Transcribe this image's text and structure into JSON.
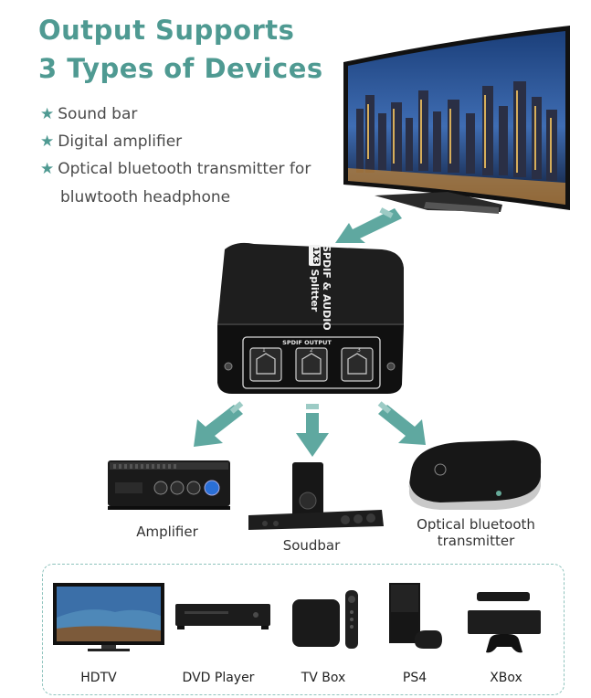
{
  "heading": {
    "line1": "Output Supports",
    "line2": "3 Types of Devices"
  },
  "features": [
    {
      "text": "Sound bar"
    },
    {
      "text": "Digital amplifier"
    },
    {
      "text": "Optical bluetooth transmitter for"
    }
  ],
  "feature_continuation": "bluwtooth headphone",
  "splitter": {
    "brand_line1": "SPDIF & AUDIO",
    "brand_line2": "Splitter",
    "badge": "1X3",
    "output_label": "SPDIF OUTPUT",
    "ports": [
      "1",
      "2",
      "3"
    ]
  },
  "outputs": {
    "amplifier": "Amplifier",
    "soundbar": "Soudbar",
    "transmitter_line1": "Optical bluetooth",
    "transmitter_line2": "transmitter"
  },
  "sources": [
    "HDTV",
    "DVD Player",
    "TV Box",
    "PS4",
    "XBox"
  ],
  "colors": {
    "accent": "#4f9a92",
    "arrow": "#5fa8a0",
    "dashed_border": "#8fc3bd"
  },
  "icons": [
    "star-icon",
    "arrow-icon"
  ]
}
